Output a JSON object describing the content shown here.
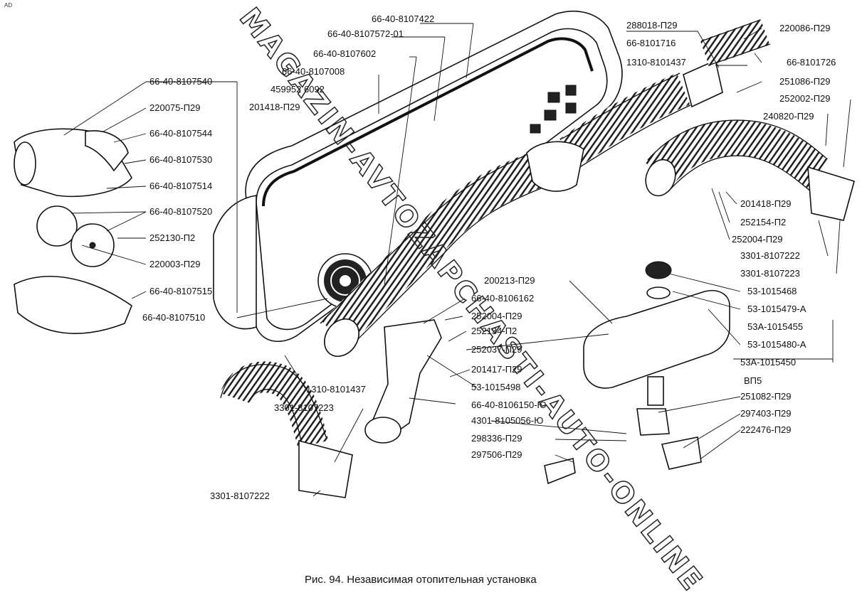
{
  "corner_mark": "AD",
  "caption": "Рис. 94.  Независимая отопительная установка",
  "watermark": "MAGAZIN-AVTOZAPCHASTI-AUTO-ONLINE",
  "labels": [
    {
      "text": "66-40-8107422"
    },
    {
      "text": "66-40-8107572-01"
    },
    {
      "text": "66-40-8107602"
    },
    {
      "text": "66-40-8107008"
    },
    {
      "text": "459952 6092"
    },
    {
      "text": "201418-П29"
    },
    {
      "text": "66-40-8107540"
    },
    {
      "text": "220075-П29"
    },
    {
      "text": "66-40-8107544"
    },
    {
      "text": "66-40-8107530"
    },
    {
      "text": "66-40-8107514"
    },
    {
      "text": "66-40-8107520"
    },
    {
      "text": "252130-П2"
    },
    {
      "text": "220003-П29"
    },
    {
      "text": "66-40-8107515"
    },
    {
      "text": "66-40-8107510"
    },
    {
      "text": "288018-П29"
    },
    {
      "text": "66-8101716"
    },
    {
      "text": "1310-8101437"
    },
    {
      "text": "220086-П29"
    },
    {
      "text": "66-8101726"
    },
    {
      "text": "251086-П29"
    },
    {
      "text": "252002-П29"
    },
    {
      "text": "240820-П29"
    },
    {
      "text": "201418-П29"
    },
    {
      "text": "252154-П2"
    },
    {
      "text": "252004-П29"
    },
    {
      "text": "3301-8107222"
    },
    {
      "text": "3301-8107223"
    },
    {
      "text": "200213-П29"
    },
    {
      "text": "66-40-8106162"
    },
    {
      "text": "252004-П29"
    },
    {
      "text": "252134-П2"
    },
    {
      "text": "252037-П29"
    },
    {
      "text": "201417-П29"
    },
    {
      "text": "53-1015498"
    },
    {
      "text": "53-1015468"
    },
    {
      "text": "53-1015479-А"
    },
    {
      "text": "53А-1015455"
    },
    {
      "text": "53-1015480-А"
    },
    {
      "text": "53А-1015450"
    },
    {
      "text": "ВП5"
    },
    {
      "text": "251082-П29"
    },
    {
      "text": "297403-П29"
    },
    {
      "text": "222476-П29"
    },
    {
      "text": "66-40-8106150-Ю"
    },
    {
      "text": "4301-8105056-Ю"
    },
    {
      "text": "298336-П29"
    },
    {
      "text": "297506-П29"
    },
    {
      "text": "1310-8101437"
    },
    {
      "text": "3301-8107223"
    },
    {
      "text": "3301-8107222"
    }
  ]
}
